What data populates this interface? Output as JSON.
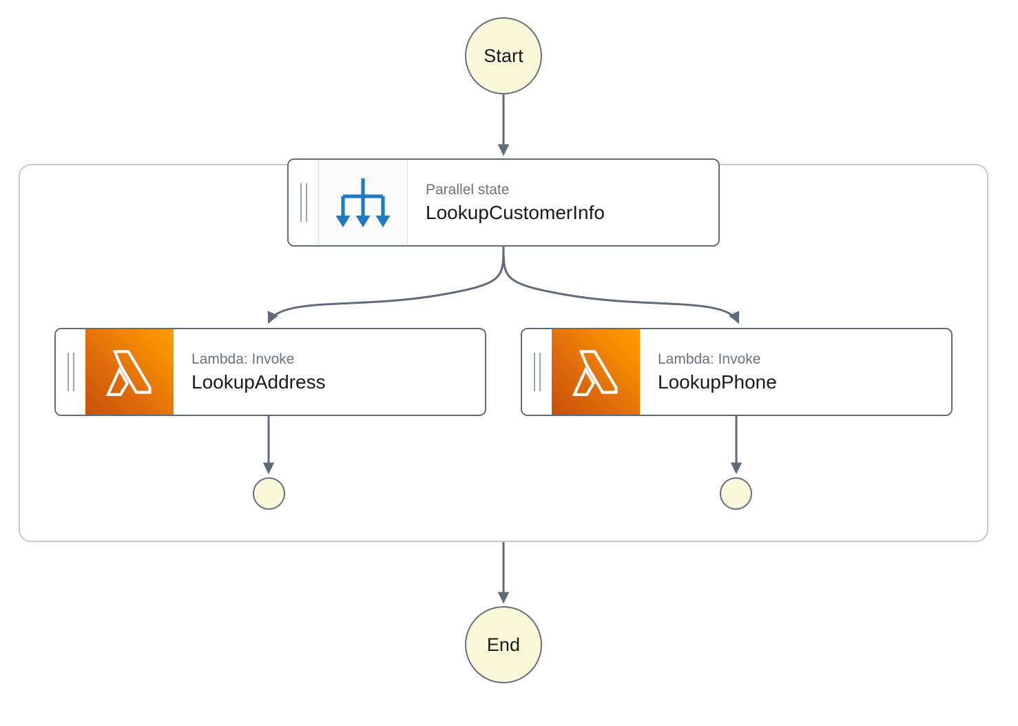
{
  "diagram": {
    "type": "aws-step-functions-workflow",
    "title": "",
    "colors": {
      "terminal_fill": "#fbf8d9",
      "terminal_border": "#68707b",
      "edge": "#5f6b7a",
      "node_border": "#5f6b7a",
      "container_border": "#c5c9cf",
      "parallel_icon": "#1f7bc1",
      "lambda_gradient_from": "#c8500a",
      "lambda_gradient_to": "#ff9a00",
      "label_sub": "#6a727c",
      "label_title": "#16191f"
    }
  },
  "nodes": {
    "start": {
      "label": "Start",
      "shape": "circle",
      "icon": "start-terminal-icon"
    },
    "end": {
      "label": "End",
      "shape": "circle",
      "icon": "end-terminal-icon"
    },
    "parallel": {
      "subtitle": "Parallel state",
      "title": "LookupCustomerInfo",
      "icon": "parallel-fork-icon",
      "handle": "drag-handle-icon"
    },
    "branches": [
      {
        "subtitle": "Lambda: Invoke",
        "title": "LookupAddress",
        "icon": "aws-lambda-icon",
        "handle": "drag-handle-icon",
        "terminator": {
          "label": "",
          "icon": "branch-end-icon"
        }
      },
      {
        "subtitle": "Lambda: Invoke",
        "title": "LookupPhone",
        "icon": "aws-lambda-icon",
        "handle": "drag-handle-icon",
        "terminator": {
          "label": "",
          "icon": "branch-end-icon"
        }
      }
    ]
  },
  "edges": [
    {
      "from": "start",
      "to": "parallel"
    },
    {
      "from": "parallel",
      "to": "LookupAddress"
    },
    {
      "from": "parallel",
      "to": "LookupPhone"
    },
    {
      "from": "LookupAddress",
      "to": "branch-end-left"
    },
    {
      "from": "LookupPhone",
      "to": "branch-end-right"
    },
    {
      "from": "parallel-container",
      "to": "end"
    }
  ]
}
